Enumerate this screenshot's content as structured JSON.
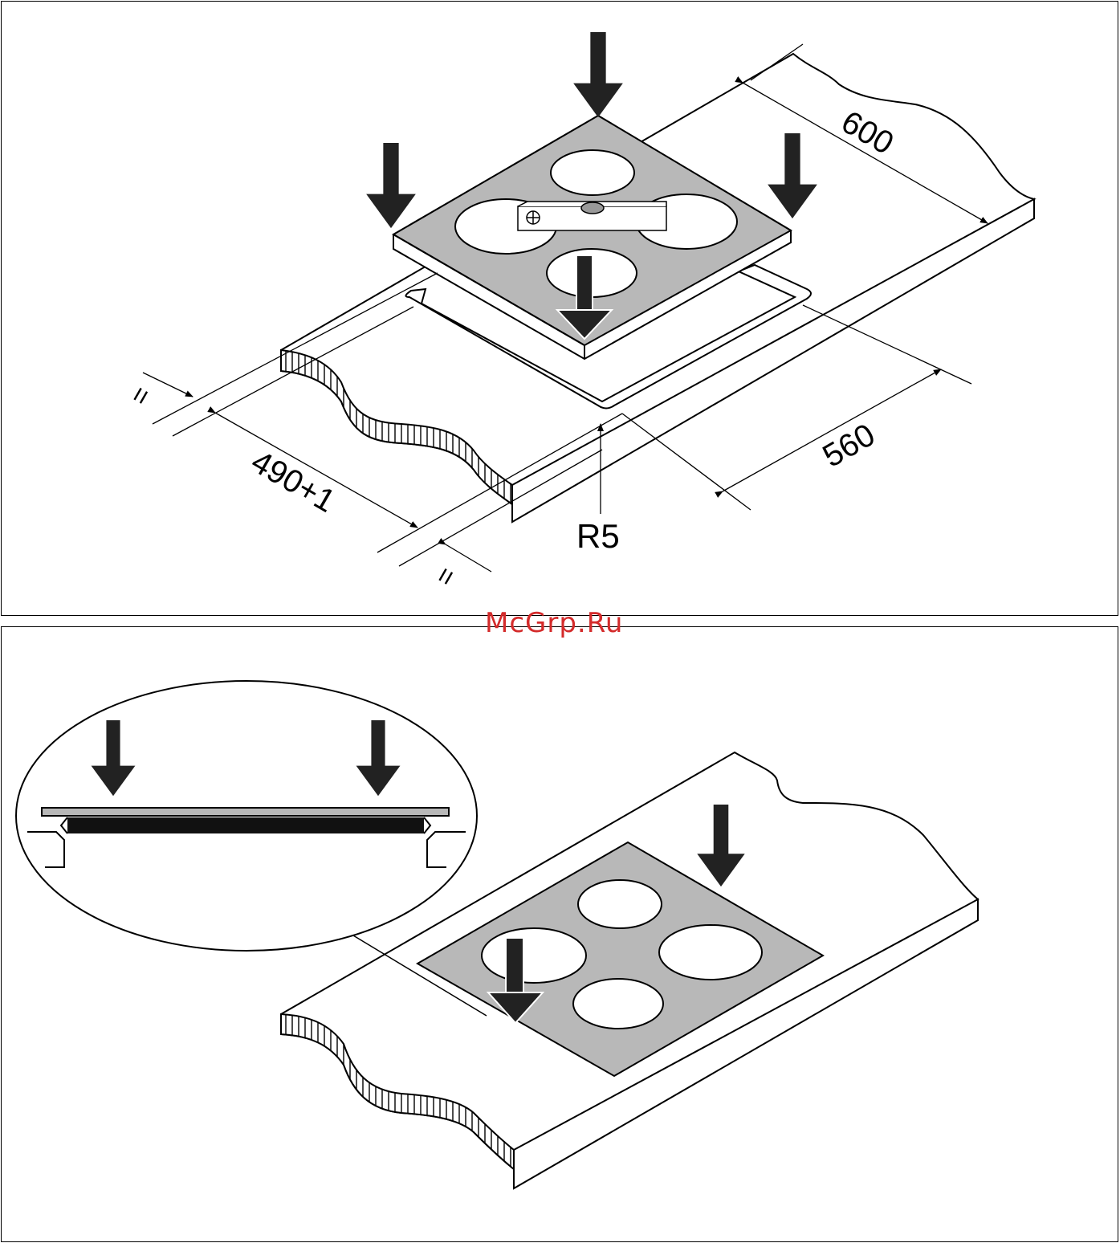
{
  "dimensions": {
    "depth": "600",
    "cutout_width": "560",
    "cutout_depth": "490+1",
    "corner_radius": "R5",
    "equal_left": "=",
    "equal_bottom": "="
  },
  "watermark": "McGrp.Ru",
  "colors": {
    "hob_surface": "#b8b8b8",
    "line": "#000000",
    "arrow": "#222222",
    "watermark": "#d42b2b"
  },
  "icons": [
    "down-arrow-icon",
    "spirit-level-icon"
  ]
}
